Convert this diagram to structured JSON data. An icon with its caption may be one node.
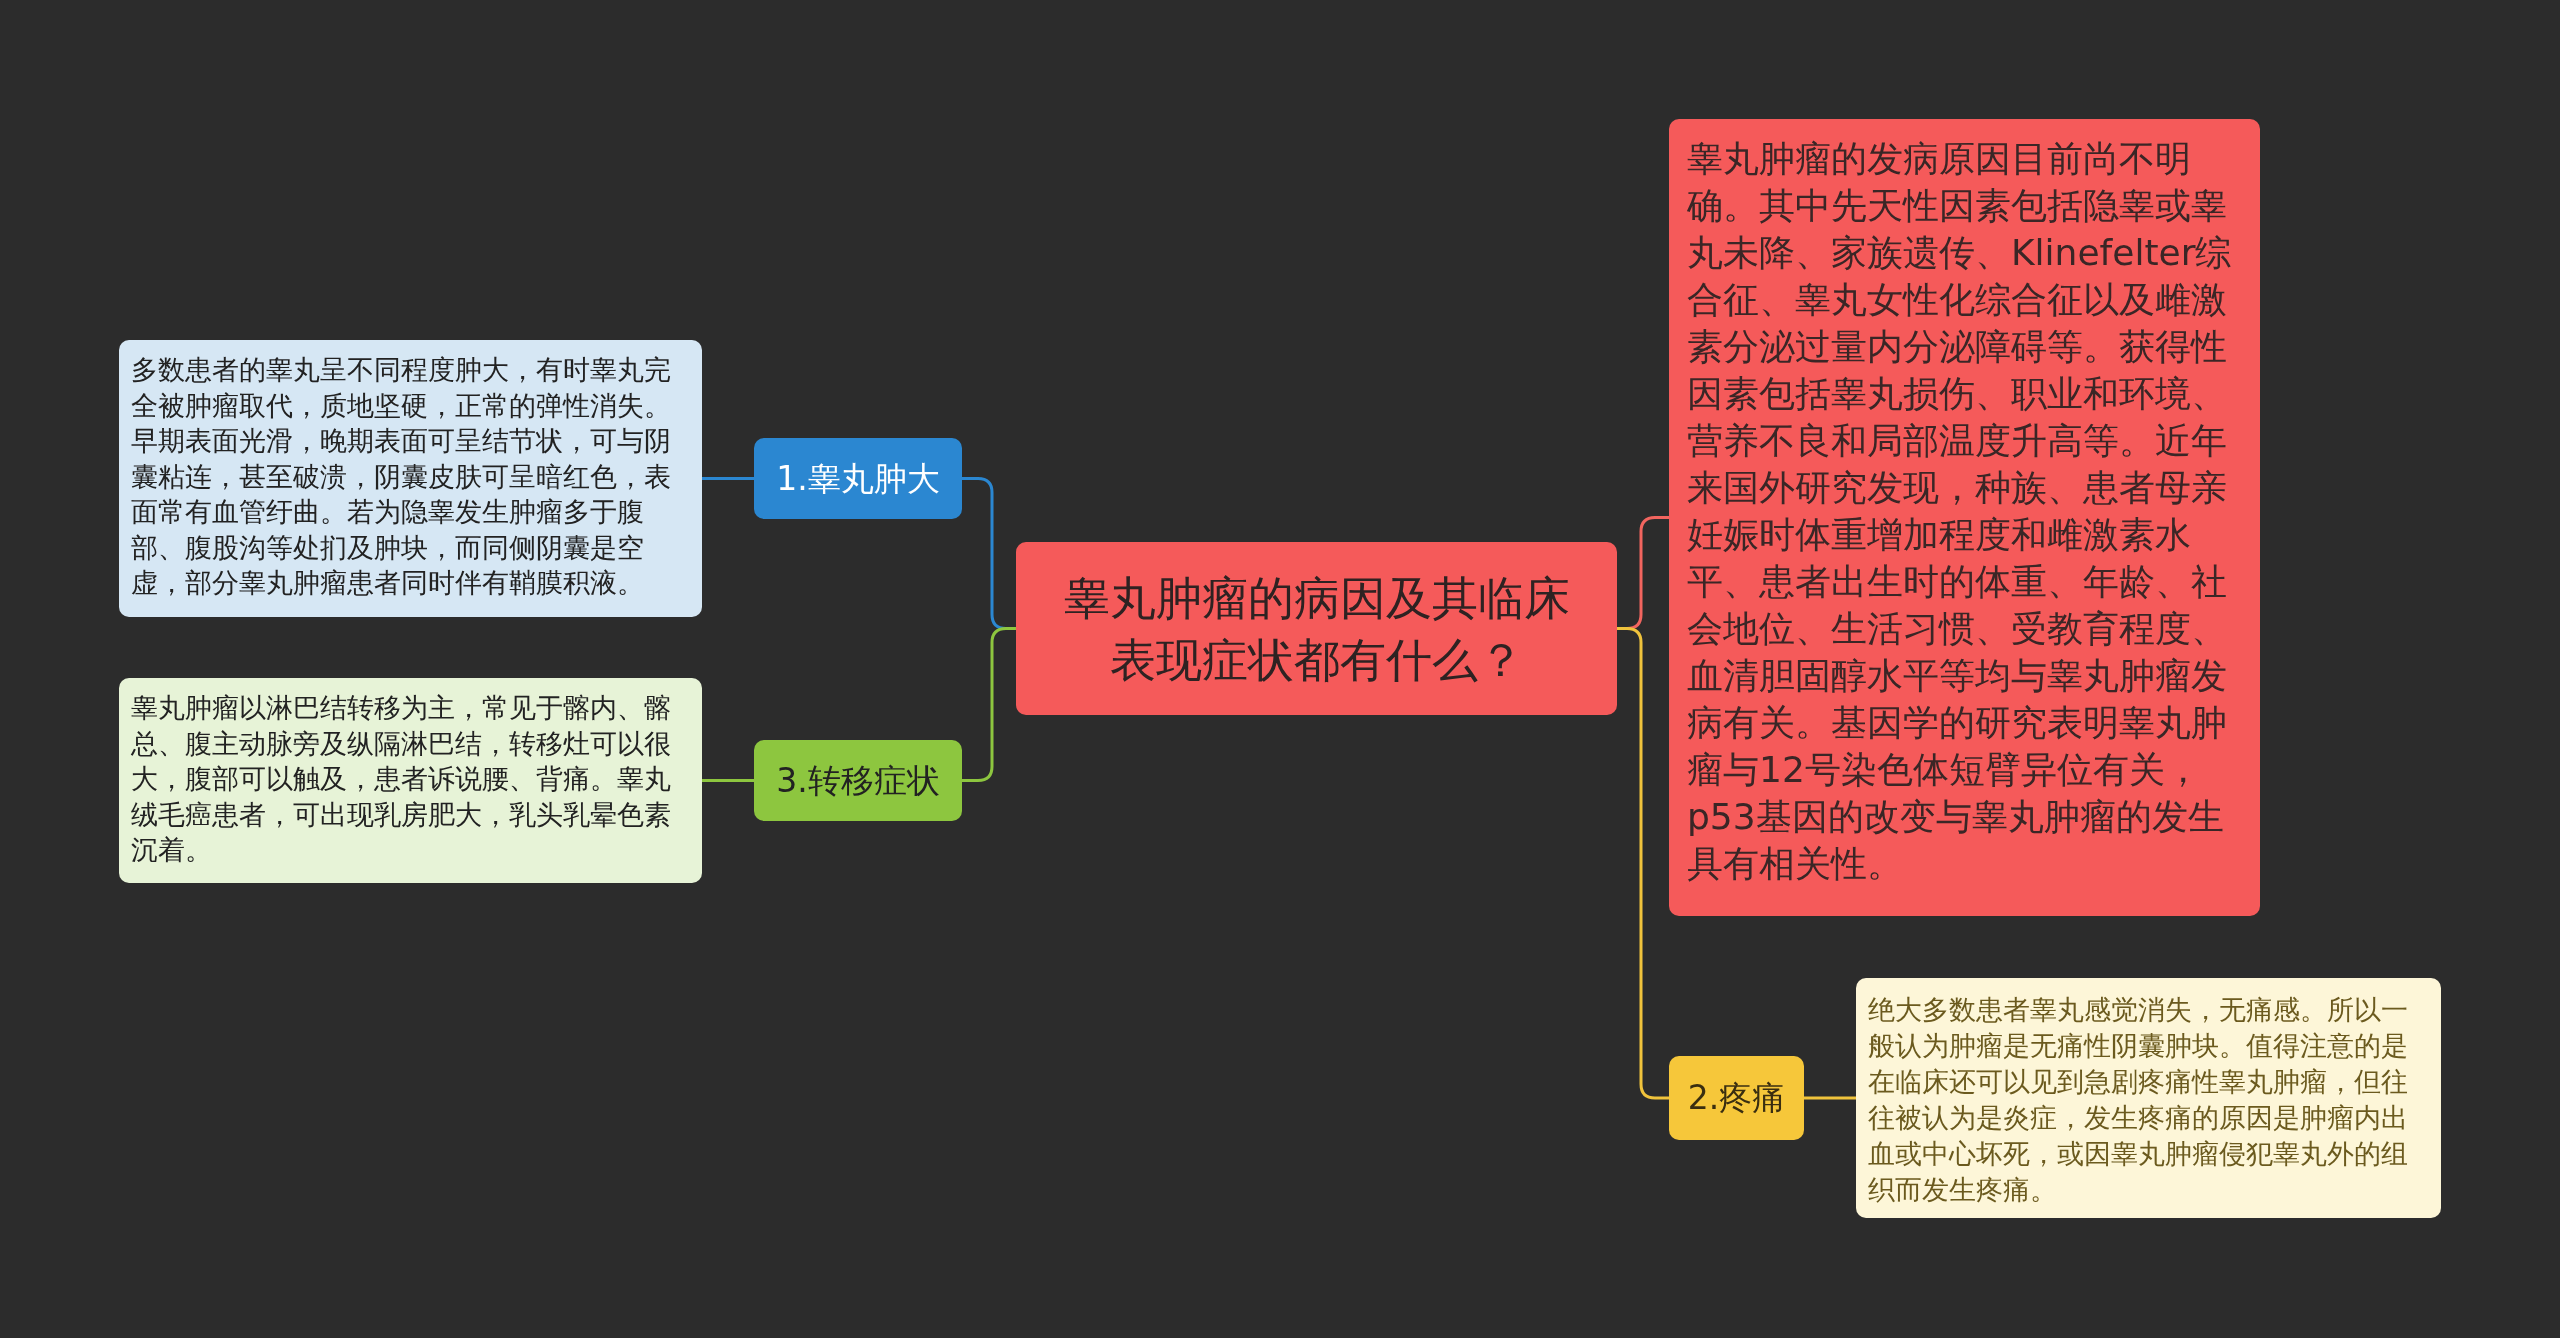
{
  "diagram": {
    "nodes": [
      {
        "text": [
          "睾丸肿瘤的病因及其临床表现症状都有什么？"
        ]
      },
      {
        "text": [
          "1.睾丸肿大"
        ]
      },
      {
        "text": [
          "多数患者的睾丸呈不同程度肿大，有时睾丸完全被肿瘤取代，质地坚硬，正常的弹性消失。早期表面光滑，晚期表面可呈结节状，可与阴囊粘连，甚至破溃，阴囊皮肤可呈暗红色，表面常有血管纡曲。若为隐睾发生肿瘤多于腹部、腹股沟等处扪及肿块，而同侧阴囊是空虚，部分睾丸肿瘤患者同时伴有鞘膜积液。"
        ]
      },
      {
        "text": [
          "3.转移症状"
        ]
      },
      {
        "text": [
          "睾丸肿瘤以淋巴结转移为主，常见于髂内、髂总、腹主动脉旁及纵隔淋巴结，转移灶可以很大，腹部可以触及，患者诉说腰、背痛。睾丸绒毛癌患者，可出现乳房肥大，乳头乳晕色素沉着。"
        ]
      },
      {
        "text": [
          "睾丸肿瘤的发病原因目前尚不明确。其中先天性因素包括隐睾或睾丸未降、家族遗传、Klinefelter综合征、睾丸女性化综合征以及雌激素分泌过量内分泌障碍等。获得性因素包括睾丸损伤、职业和环境、营养不良和局部温度升高等。近年来国外研究发现，种族、患者母亲妊娠时体重增加程度和雌激素水平、患者出生时的体重、年龄、社会地位、生活习惯、受教育程度、血清胆固醇水平等均与睾丸肿瘤发病有关。基因学的研究表明睾丸肿瘤与12号染色体短臂异位有关，p53基因的改变与睾丸肿瘤的发生具有相关性。"
        ]
      },
      {
        "text": [
          "2.疼痛"
        ]
      },
      {
        "text": [
          "绝大多数患者睾丸感觉消失，无痛感。所以一般认为肿瘤是无痛性阴囊肿块。值得注意的是在临床还可以见到急剧疼痛性睾丸肿瘤，但往往被认为是炎症，发生疼痛的原因是肿瘤内出血或中心坏死，或因睾丸肿瘤侵犯睾丸外的组织而发生疼痛。"
        ]
      }
    ],
    "edges": [
      {
        "from": 0,
        "to": 1,
        "arrow": "none",
        "color": "#2b87d1"
      },
      {
        "from": 1,
        "to": 2,
        "arrow": "none",
        "color": "#2b87d1"
      },
      {
        "from": 0,
        "to": 3,
        "arrow": "none",
        "color": "#8dc63f"
      },
      {
        "from": 3,
        "to": 4,
        "arrow": "none",
        "color": "#8dc63f"
      },
      {
        "from": 0,
        "to": 5,
        "arrow": "none",
        "color": "#f2655f"
      },
      {
        "from": 0,
        "to": 6,
        "arrow": "none",
        "color": "#f0c33c"
      },
      {
        "from": 6,
        "to": 7,
        "arrow": "none",
        "color": "#f0c33c"
      }
    ]
  }
}
